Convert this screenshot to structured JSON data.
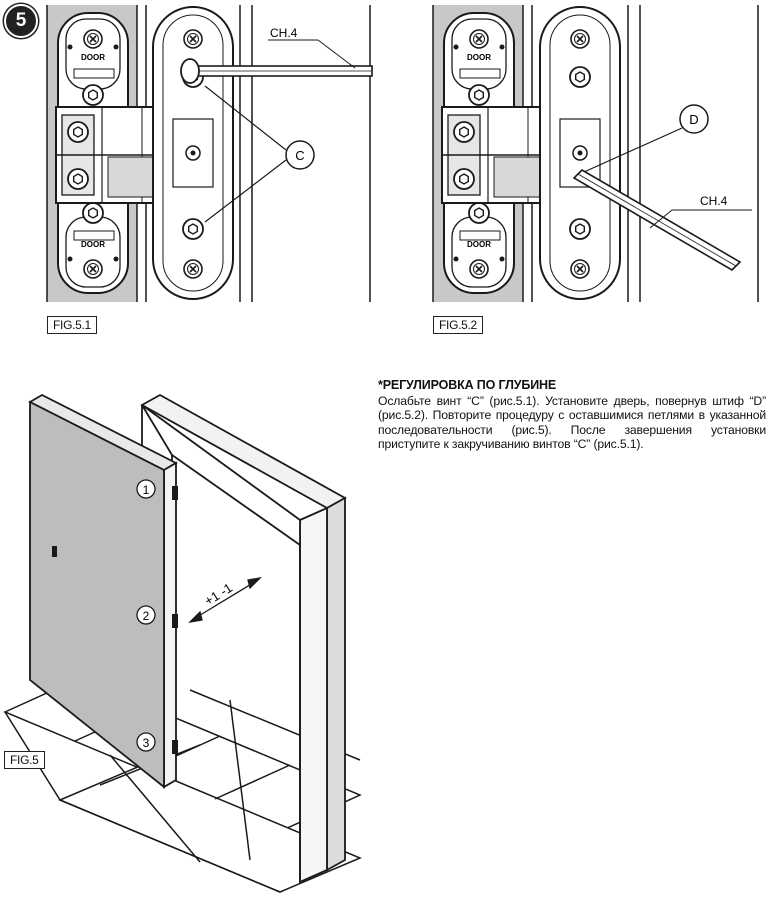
{
  "step_number": "5",
  "figures": {
    "fig51": {
      "label": "FIG.5.1",
      "tool_label": "CH.4",
      "callout": "C"
    },
    "fig52": {
      "label": "FIG.5.2",
      "tool_label": "CH.4",
      "callout": "D"
    },
    "fig5": {
      "label": "FIG.5",
      "hinges": [
        "1",
        "2",
        "3"
      ],
      "adjustment": "+1 -1"
    }
  },
  "hinge_plate_text": "DOOR",
  "instructions": {
    "title": "*РЕГУЛИРОВКА ПО ГЛУБИНЕ",
    "body": "Ослабьте винт “C” (рис.5.1). Установите дверь, повернув штиф “D” (рис.5.2). Повторите процедуру с оставшимися петлями в указанной последовательности (рис.5). После завершения установки приступите к закручиванию винтов “C” (рис.5.1)."
  },
  "colors": {
    "line": "#1a1a1a",
    "door_fill": "#bdbdbd",
    "panel_fill": "#c8c8c8",
    "frame_fill": "#f2f2f2"
  }
}
